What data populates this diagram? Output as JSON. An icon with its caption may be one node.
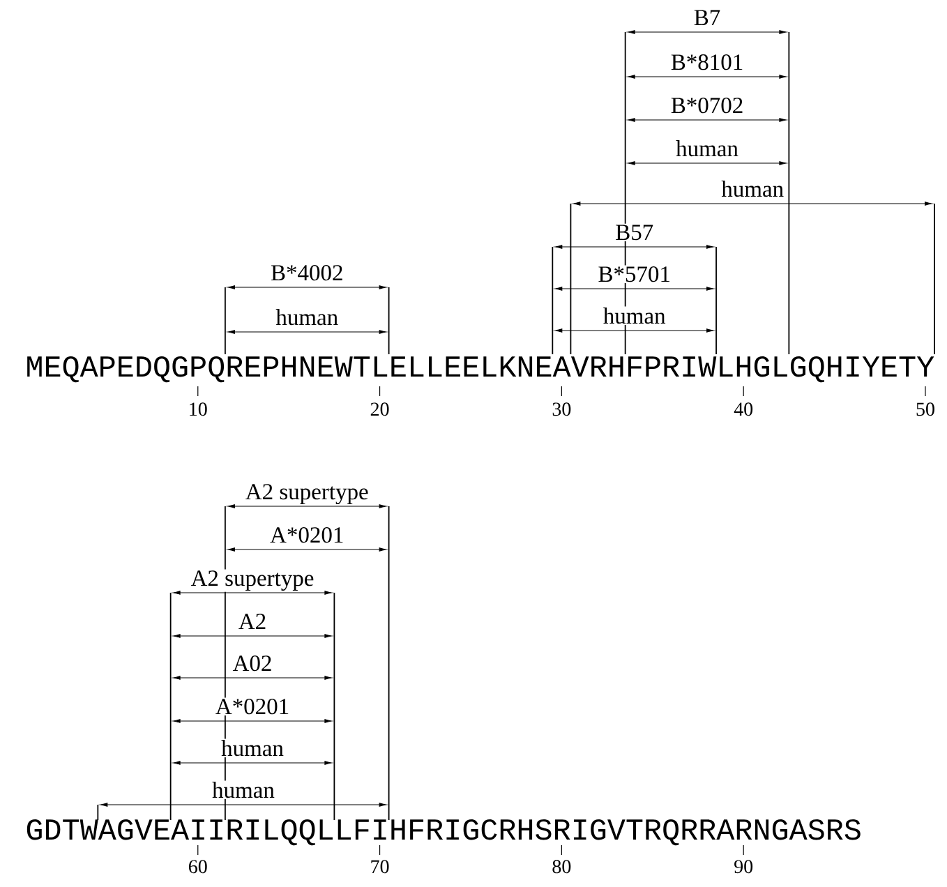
{
  "diagram": {
    "labels": [
      "B7",
      "B*8101",
      "B*0702",
      "human",
      "human",
      "B57",
      "B*4002",
      "B*5701",
      "human",
      "human",
      "MEQAPEDQGPQREPHNEWTLELLEELKNEAVRHFPRIWLHGLGQHIYETY",
      "10",
      "20",
      "30",
      "40",
      "50",
      "A2 supertype",
      "A*0201",
      "A2 supertype",
      "A2",
      "A02",
      "A*0201",
      "human",
      "human",
      "GDTWAGVEAIIRILQQLLFIHFRIGCRHSRIGVTRQRRARNGASRS",
      "60",
      "70",
      "80",
      "90"
    ]
  }
}
